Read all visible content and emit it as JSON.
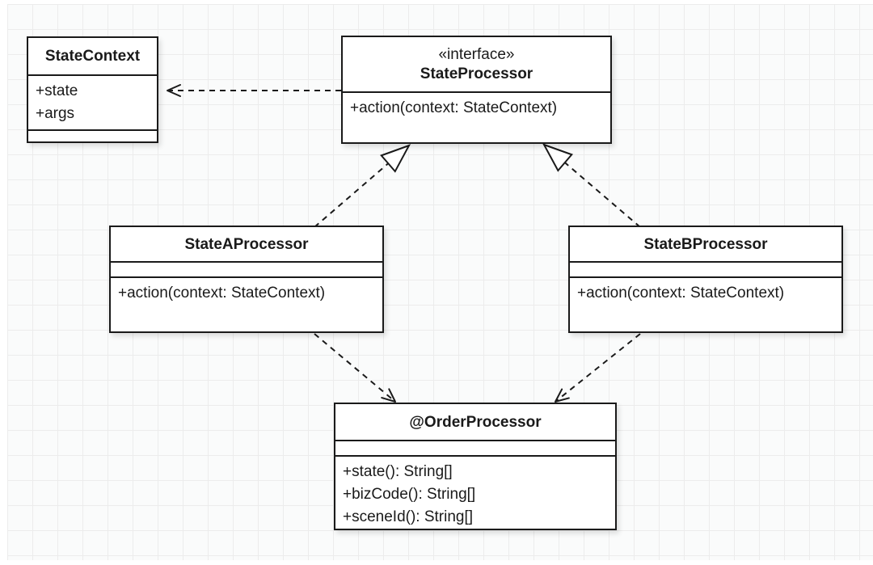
{
  "diagram": {
    "type": "uml-class-diagram",
    "classes": [
      {
        "name": "StateContext",
        "stereotype": "",
        "attributes": [
          "+state",
          "+args"
        ],
        "methods": []
      },
      {
        "name": "StateProcessor",
        "stereotype": "«interface»",
        "attributes": [],
        "methods": [
          "+action(context: StateContext)"
        ]
      },
      {
        "name": "StateAProcessor",
        "stereotype": "",
        "attributes": [],
        "methods": [
          "+action(context: StateContext)"
        ]
      },
      {
        "name": "StateBProcessor",
        "stereotype": "",
        "attributes": [],
        "methods": [
          "+action(context: StateContext)"
        ]
      },
      {
        "name": "@OrderProcessor",
        "stereotype": "",
        "attributes": [],
        "methods": [
          "+state(): String[]",
          "+bizCode(): String[]",
          "+sceneId(): String[]"
        ]
      }
    ],
    "relationships": [
      {
        "from": "StateProcessor",
        "to": "StateContext",
        "type": "dependency",
        "line": "dashed",
        "arrowhead": "open"
      },
      {
        "from": "StateAProcessor",
        "to": "StateProcessor",
        "type": "realization",
        "line": "dashed",
        "arrowhead": "hollow-triangle"
      },
      {
        "from": "StateBProcessor",
        "to": "StateProcessor",
        "type": "realization",
        "line": "dashed",
        "arrowhead": "hollow-triangle"
      },
      {
        "from": "StateAProcessor",
        "to": "@OrderProcessor",
        "type": "dependency",
        "line": "dashed",
        "arrowhead": "open"
      },
      {
        "from": "StateBProcessor",
        "to": "@OrderProcessor",
        "type": "dependency",
        "line": "dashed",
        "arrowhead": "open"
      }
    ],
    "colors": {
      "background": "#fafbfb",
      "grid_line": "#ececec",
      "box_fill": "#ffffff",
      "box_border": "#1a1a1a",
      "text": "#1a1a1a",
      "arrow": "#1a1a1a"
    }
  }
}
